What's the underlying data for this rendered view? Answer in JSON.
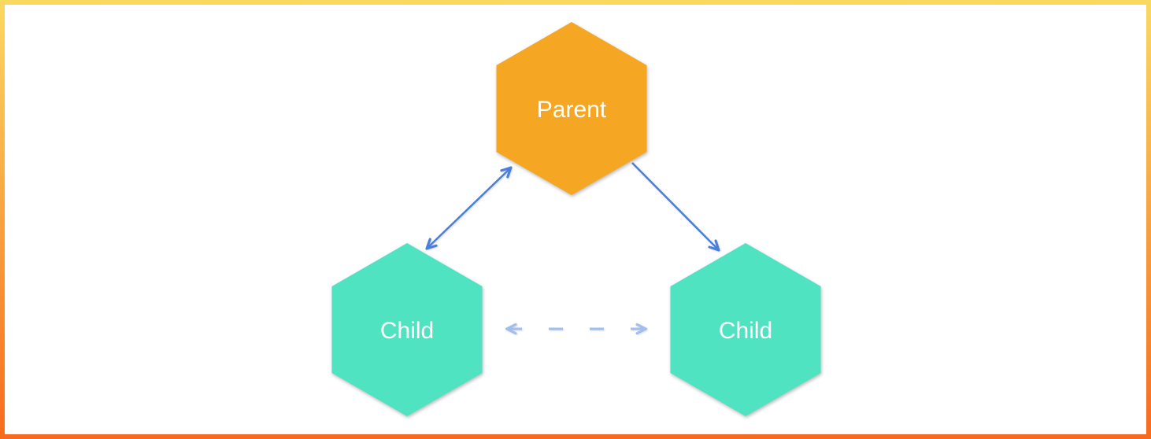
{
  "frame": {
    "gradient_top": "#FAD961",
    "gradient_bottom": "#F76B1C",
    "canvas_background": "#FFFFFF"
  },
  "diagram": {
    "type": "node-link-diagram",
    "nodes": [
      {
        "id": "parent",
        "label": "Parent",
        "shape": "hexagon",
        "fill": "#F5A623",
        "text_color": "#FFFFFF",
        "position": "top-center"
      },
      {
        "id": "child-left",
        "label": "Child",
        "shape": "hexagon",
        "fill": "#50E3C2",
        "text_color": "#FFFFFF",
        "position": "bottom-left"
      },
      {
        "id": "child-right",
        "label": "Child",
        "shape": "hexagon",
        "fill": "#50E3C2",
        "text_color": "#FFFFFF",
        "position": "bottom-right"
      }
    ],
    "edges": [
      {
        "from": "parent",
        "to": "child-left",
        "style": "solid",
        "arrows": "both",
        "color": "#4A7FDB"
      },
      {
        "from": "parent",
        "to": "child-right",
        "style": "solid",
        "arrows": "end",
        "color": "#4A7FDB"
      },
      {
        "from": "child-left",
        "to": "child-right",
        "style": "dashed",
        "arrows": "both",
        "color": "#A0BEEE"
      }
    ]
  }
}
